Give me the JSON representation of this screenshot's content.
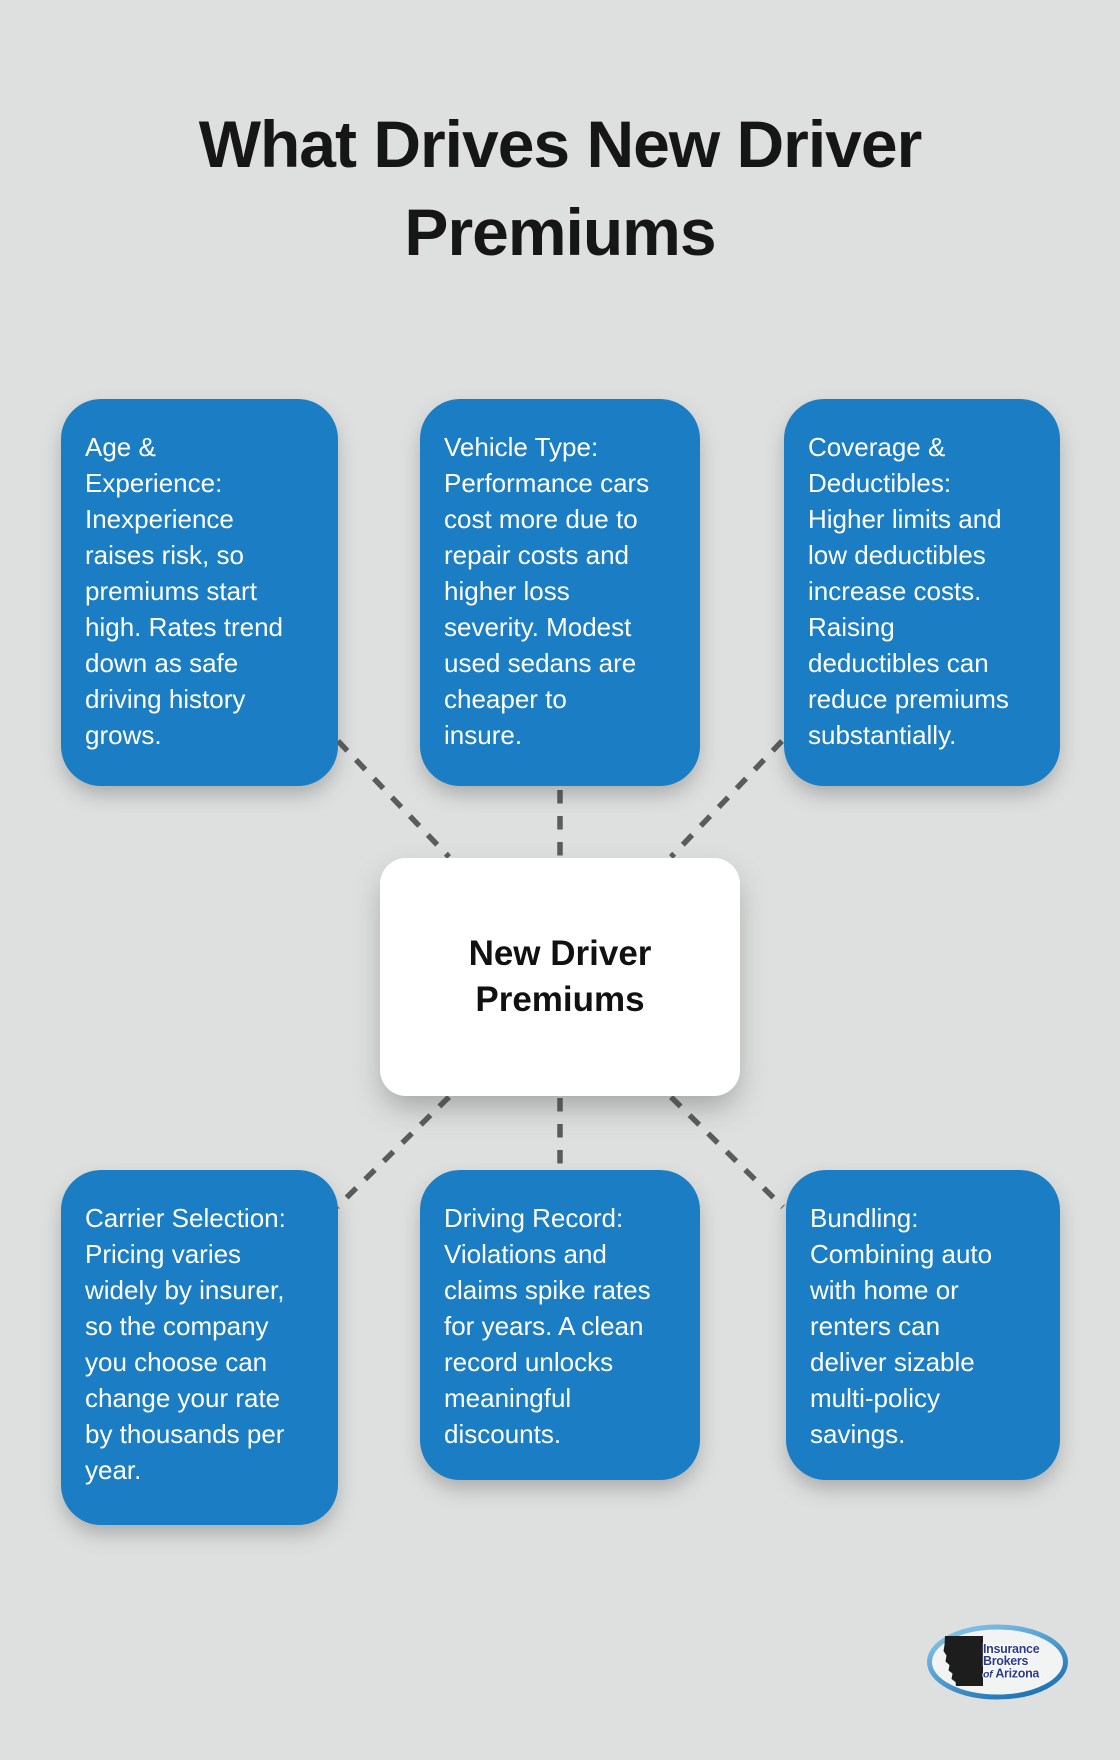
{
  "title": "What Drives New Driver\nPremiums",
  "center_node": {
    "label": "New Driver\nPremiums"
  },
  "factors": [
    {
      "id": "age-experience",
      "text": "Age &\nExperience:\nInexperience\nraises risk, so\npremiums start\nhigh. Rates trend\ndown as safe\ndriving history\ngrows."
    },
    {
      "id": "vehicle-type",
      "text": "Vehicle Type:\nPerformance cars\ncost more due to\nrepair costs and\nhigher loss\nseverity. Modest\nused sedans are\ncheaper to\ninsure."
    },
    {
      "id": "coverage-deductibles",
      "text": "Coverage &\nDeductibles:\nHigher limits and\nlow deductibles\nincrease costs.\nRaising\ndeductibles can\nreduce premiums\nsubstantially."
    },
    {
      "id": "carrier-selection",
      "text": "Carrier Selection:\nPricing varies\nwidely by insurer,\nso the company\nyou choose can\nchange your rate\nby thousands per\nyear."
    },
    {
      "id": "driving-record",
      "text": "Driving Record:\nViolations and\nclaims spike rates\nfor years. A clean\nrecord unlocks\nmeaningful\ndiscounts."
    },
    {
      "id": "bundling",
      "text": "Bundling:\nCombining auto\nwith home or\nrenters can\ndeliver sizable\nmulti-policy\nsavings."
    }
  ],
  "logo": {
    "line1": "Insurance",
    "line2": "Brokers",
    "of": "of",
    "region": "Arizona"
  },
  "colors": {
    "background": "#dee0df",
    "box-blue": "#1b7ec4",
    "box-text": "#ffffff",
    "title-color": "#161616",
    "node-bg": "#ffffff",
    "node-text": "#111111",
    "connector": "#5a5b5b",
    "logo-navy": "#2c3a8f",
    "logo-ring-light": "#8ecbee",
    "logo-ring-dark": "#1f75b5"
  }
}
